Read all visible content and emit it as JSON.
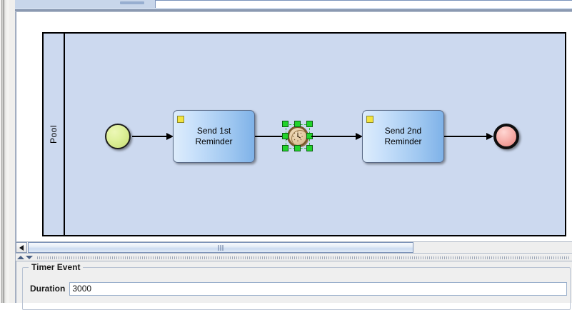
{
  "window": {
    "topstrip_present": true
  },
  "canvas": {
    "pool": {
      "label": "Pool"
    },
    "nodes": [
      {
        "id": "start",
        "type": "start-event",
        "label": ""
      },
      {
        "id": "task1",
        "type": "task",
        "label": "Send 1st\nReminder",
        "marker": "message-marker"
      },
      {
        "id": "timer",
        "type": "intermediate-timer-event",
        "label": "",
        "selected": true
      },
      {
        "id": "task2",
        "type": "task",
        "label": "Send 2nd\nReminder",
        "marker": "message-marker"
      },
      {
        "id": "end",
        "type": "end-event",
        "label": ""
      }
    ],
    "colors": {
      "pool_fill": "#ccd9ef",
      "start_event_fill": "#dff19c",
      "end_event_fill": "#f2a9a3",
      "task_fill": "#a9d0f2",
      "task_marker": "#f2e33f",
      "timer_fill": "#e3c9a2",
      "selection_handle": "#22d42b"
    }
  },
  "scrollbar": {
    "left_arrow_icon": "triangle-left-icon",
    "grip_icon": "grip-lines-icon"
  },
  "splitter": {
    "collapse_up_icon": "triangle-up-icon",
    "collapse_down_icon": "triangle-down-icon"
  },
  "properties": {
    "group_title": "Timer Event",
    "duration_label": "Duration",
    "duration_value": "3000",
    "duration_placeholder": ""
  }
}
